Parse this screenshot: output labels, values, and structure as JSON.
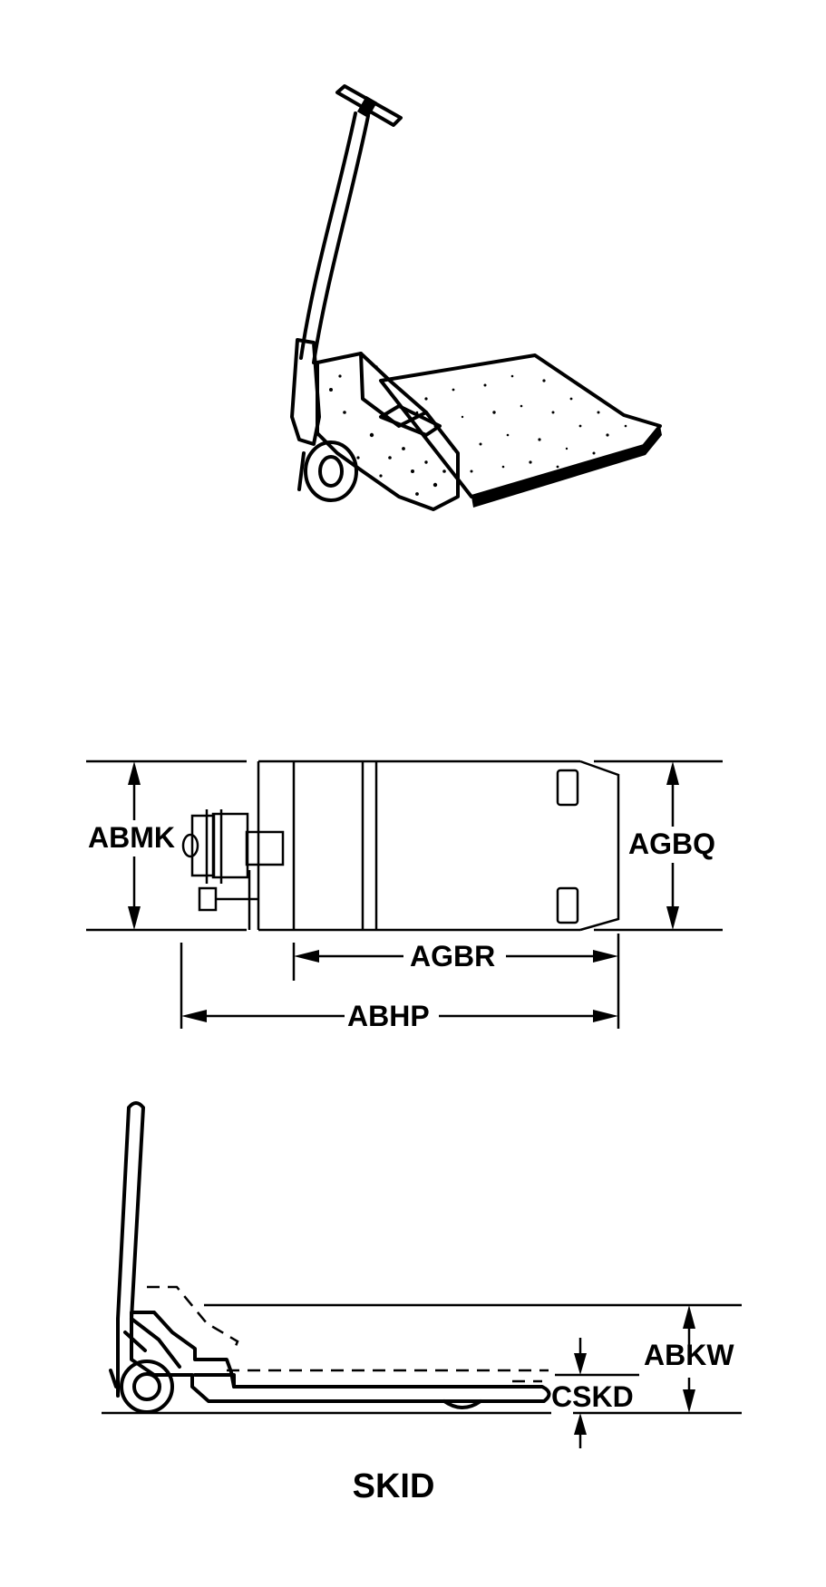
{
  "dimensions": {
    "top_view_width_left": "ABMK",
    "top_view_width_right": "AGBQ",
    "platform_length": "AGBR",
    "overall_length": "ABHP",
    "overall_height": "ABKW",
    "lowered_height": "CSKD"
  },
  "caption": "SKID"
}
